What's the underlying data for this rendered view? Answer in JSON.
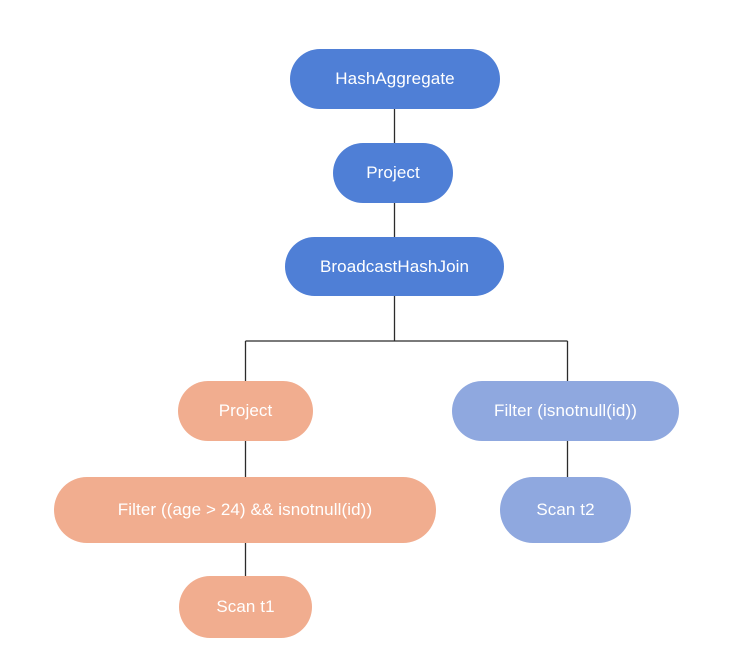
{
  "nodes": {
    "hash_aggregate": "HashAggregate",
    "project_top": "Project",
    "broadcast_hash_join": "BroadcastHashJoin",
    "project_left": "Project",
    "filter_left": "Filter ((age > 24) && isnotnull(id))",
    "scan_t1": "Scan t1",
    "filter_right": "Filter (isnotnull(id))",
    "scan_t2": "Scan t2"
  },
  "colors": {
    "blue_node": "#4f7fd6",
    "orange_node": "#f1ad8f",
    "light_blue_node": "#8fa8df",
    "edge": "#2b2b2b",
    "text": "#ffffff"
  }
}
